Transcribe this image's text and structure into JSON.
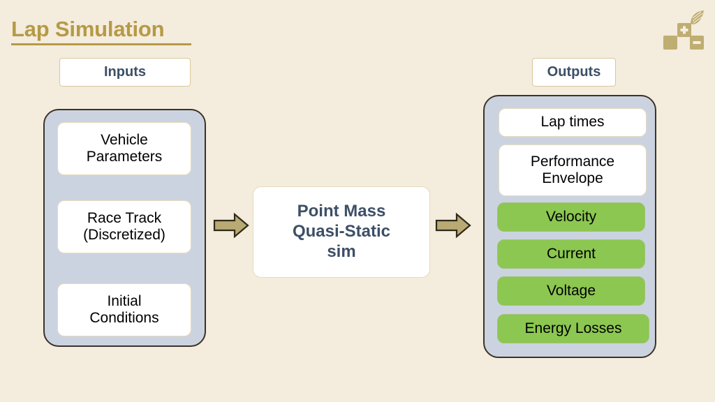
{
  "slide": {
    "title": "Lap Simulation",
    "background_color": "#f4ecdd",
    "title_color": "#b59a46",
    "logo": {
      "icon": "blocks-plus-minus-leaf-logo",
      "color": "#bfae72"
    }
  },
  "captions": {
    "inputs": "Inputs",
    "outputs": "Outputs",
    "text_color": "#3d4f66"
  },
  "inputs": {
    "panel_color": "#ccd3e0",
    "items": [
      {
        "label": "Vehicle\nParameters",
        "fill": "#ffffff"
      },
      {
        "label": "Race Track\n(Discretized)",
        "fill": "#ffffff"
      },
      {
        "label": "Initial\nConditions",
        "fill": "#ffffff"
      }
    ]
  },
  "process": {
    "label": "Point Mass\nQuasi-Static\nsim",
    "fill": "#ffffff",
    "text_color": "#3d4f66"
  },
  "arrows": [
    {
      "name": "inputs-to-process",
      "direction": "right",
      "color": "#b8aa72"
    },
    {
      "name": "process-to-outputs",
      "direction": "right",
      "color": "#b8aa72"
    }
  ],
  "outputs": {
    "panel_color": "#ccd3e0",
    "highlight_color": "#8cc751",
    "items": [
      {
        "label": "Lap times",
        "fill": "#ffffff",
        "highlighted": false
      },
      {
        "label": "Performance\nEnvelope",
        "fill": "#ffffff",
        "highlighted": false
      },
      {
        "label": "Velocity",
        "fill": "#8cc751",
        "highlighted": true
      },
      {
        "label": "Current",
        "fill": "#8cc751",
        "highlighted": true
      },
      {
        "label": "Voltage",
        "fill": "#8cc751",
        "highlighted": true
      },
      {
        "label": "Energy Losses",
        "fill": "#8cc751",
        "highlighted": true
      }
    ]
  }
}
